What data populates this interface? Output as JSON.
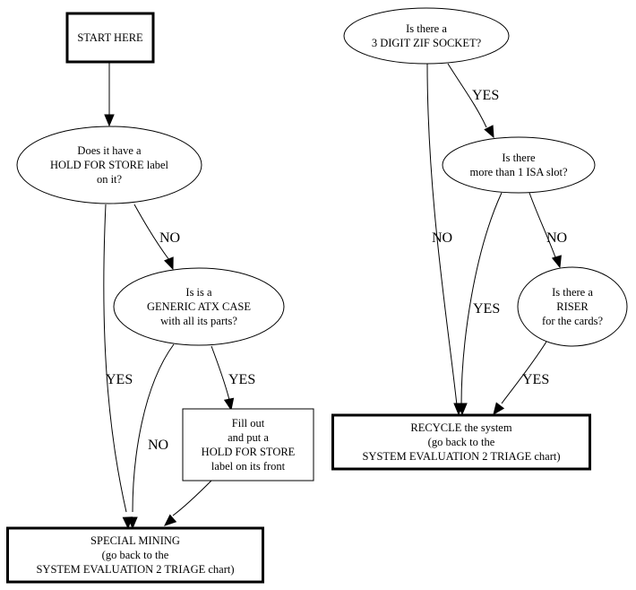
{
  "diagram": {
    "type": "flowchart",
    "nodes": [
      {
        "id": "start",
        "shape": "box-bold",
        "lines": [
          "START HERE"
        ]
      },
      {
        "id": "hold_label",
        "shape": "ellipse",
        "lines": [
          "Does it have a",
          "HOLD FOR STORE label",
          "on it?"
        ]
      },
      {
        "id": "generic_atx",
        "shape": "ellipse",
        "lines": [
          "Is is a",
          "GENERIC ATX CASE",
          "with all its parts?"
        ]
      },
      {
        "id": "fill_out",
        "shape": "box",
        "lines": [
          "Fill out",
          "and put a",
          "HOLD FOR STORE",
          "label on its front"
        ]
      },
      {
        "id": "special_mining",
        "shape": "box-bold",
        "lines": [
          "SPECIAL MINING",
          "(go back to the",
          "SYSTEM EVALUATION 2 TRIAGE chart)"
        ]
      },
      {
        "id": "zif_socket",
        "shape": "ellipse",
        "lines": [
          "Is there a",
          "3 DIGIT ZIF SOCKET?"
        ]
      },
      {
        "id": "isa_slot",
        "shape": "ellipse",
        "lines": [
          "Is there",
          "more than 1 ISA slot?"
        ]
      },
      {
        "id": "riser",
        "shape": "ellipse",
        "lines": [
          "Is there a",
          "RISER",
          "for the cards?"
        ]
      },
      {
        "id": "recycle",
        "shape": "box-bold",
        "lines": [
          "RECYCLE the system",
          "(go back to the",
          "SYSTEM EVALUATION 2 TRIAGE chart)"
        ]
      }
    ],
    "edges": [
      {
        "from": "start",
        "to": "hold_label",
        "label": ""
      },
      {
        "from": "hold_label",
        "to": "generic_atx",
        "label": "NO"
      },
      {
        "from": "hold_label",
        "to": "special_mining",
        "label": "YES"
      },
      {
        "from": "generic_atx",
        "to": "special_mining",
        "label": "NO"
      },
      {
        "from": "generic_atx",
        "to": "fill_out",
        "label": "YES"
      },
      {
        "from": "fill_out",
        "to": "special_mining",
        "label": ""
      },
      {
        "from": "zif_socket",
        "to": "isa_slot",
        "label": "YES"
      },
      {
        "from": "zif_socket",
        "to": "recycle",
        "label": "NO"
      },
      {
        "from": "isa_slot",
        "to": "recycle",
        "label": "YES"
      },
      {
        "from": "isa_slot",
        "to": "riser",
        "label": "NO"
      },
      {
        "from": "riser",
        "to": "recycle",
        "label": "YES"
      }
    ]
  }
}
